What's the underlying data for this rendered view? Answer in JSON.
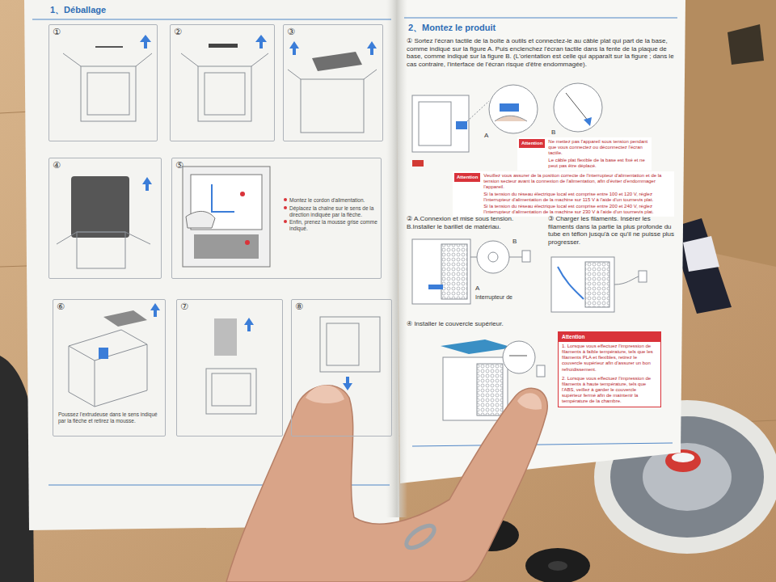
{
  "diagram": {
    "nodes": [
      {
        "text": [
          "1、Déballage"
        ]
      },
      {
        "text": [
          "①"
        ],
        "in": 0
      },
      {
        "text": [
          "②"
        ],
        "in": 0
      },
      {
        "text": [
          "③"
        ],
        "in": 0
      },
      {
        "text": [
          "④"
        ],
        "in": 0
      },
      {
        "text": [
          "⑤",
          "Montez le cordon d'alimentation.",
          "Déplacez la chaîne sur le sens de la direction indiquée par la flèche.",
          "Enfin, prenez la mousse grise comme indiqué."
        ],
        "in": 0
      },
      {
        "text": [
          "⑥",
          "Poussez l'extrudeuse dans le sens indiqué par la flèche et retirez la mousse."
        ],
        "in": 0
      },
      {
        "text": [
          "⑦"
        ],
        "in": 0
      },
      {
        "text": [
          "⑧"
        ],
        "in": 0
      },
      {
        "text": [
          "2、Montez le produit"
        ]
      },
      {
        "text": [
          "Attention",
          "Ne mettez pas l'appareil sous tension pendant que vous connectez ou déconnectez l'écran tactile.",
          "Le câble plat flexible de la base est fixé et ne peut pas être déplacé."
        ],
        "in": 9
      },
      {
        "text": [
          "Attention",
          "Veuillez vous assurer de la position correcte de l'interrupteur d'alimentation et de la tension secteur avant la connexion de l'alimentation, afin d'éviter d'endommager l'appareil.",
          "Si la tension du réseau électrique local est comprise entre 100 et 120 V, réglez l'interrupteur d'alimentation de la machine sur 115 V à l'aide d'un tournevis plat.",
          "Si la tension du réseau électrique local est comprise entre 200 et 240 V, réglez l'interrupteur d'alimentation de la machine sur 230 V à l'aide d'un tournevis plat."
        ],
        "in": 9
      },
      {
        "text": [
          "Attention",
          "1. Lorsque vous effectuez l'impression de filaments à faible température, tels que les filaments PLA et flexibles, retirez le couvercle supérieur afin d'assurer un bon refroidissement.",
          "2. Lorsque vous effectuez l'impression de filaments à haute température, tels que l'ABS, veillez à garder le couvercle supérieur fermé afin de maintenir la température de la chambre."
        ],
        "in": 9
      }
    ],
    "labels": [
      "① Sortez l'écran tactile de la boîte à outils et connectez-le au câble plat qui part de la base, comme indiqué sur la figure A. Puis enclenchez l'écran tactile dans la fente de la plaque de base, comme indiqué sur la figure B. (L'orientation est celle qui apparaît sur la figure ; dans le cas contraire, l'interface de l'écran risque d'être endommagée).",
      "A",
      "B",
      "② A.Connexion et mise sous tension. B.Installer le barillet de matériau.",
      "③ Charger les filaments. Insérer les filaments dans la partie la plus profonde du tube en téflon jusqu'à ce qu'il ne puisse plus progresser.",
      "B",
      "A",
      "Interrupteur de",
      "④ Installer le couvercle supérieur."
    ]
  }
}
